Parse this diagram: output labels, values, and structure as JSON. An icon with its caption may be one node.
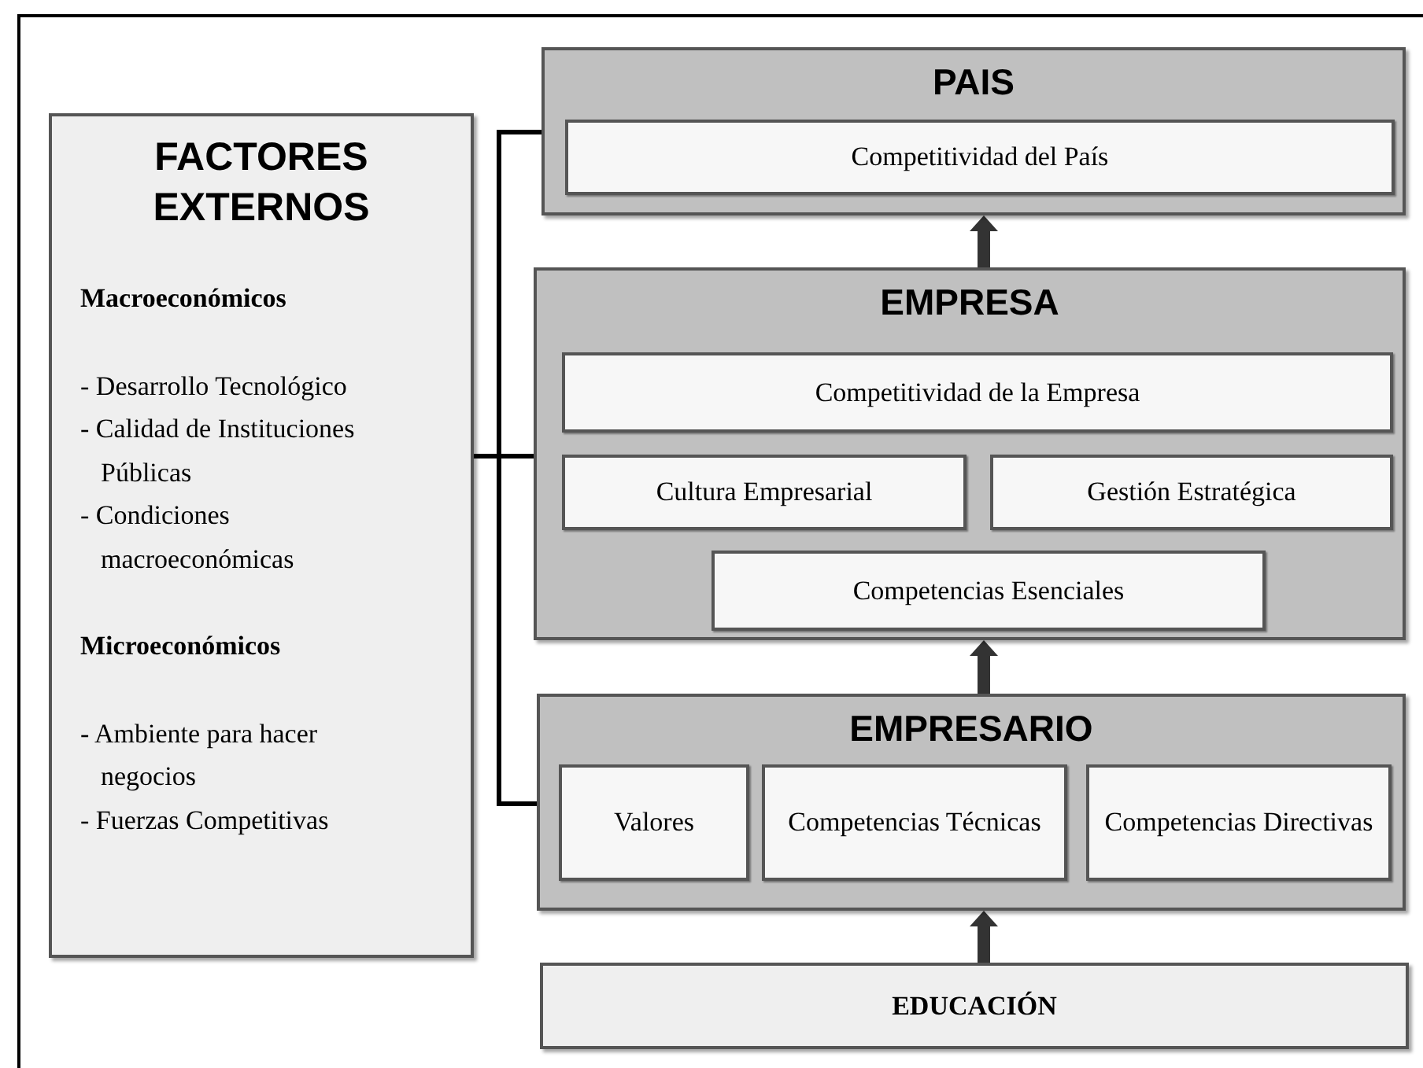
{
  "diagram": {
    "nodes": [
      {
        "text": [
          "FACTORES EXTERNOS",
          "Macroeconómicos",
          "- Desarrollo Tecnológico",
          "- Calidad de Instituciones Públicas",
          "- Condiciones macroeconómicas",
          "Microeconómicos",
          "- Ambiente para hacer negocios",
          "- Fuerzas Competitivas"
        ]
      },
      {
        "text": [
          "PAIS"
        ]
      },
      {
        "text": [
          "Competitividad del País"
        ],
        "in": 1
      },
      {
        "text": [
          "EMPRESA"
        ]
      },
      {
        "text": [
          "Competitividad de la Empresa"
        ],
        "in": 3
      },
      {
        "text": [
          "Cultura Empresarial"
        ],
        "in": 3
      },
      {
        "text": [
          "Gestión Estratégica"
        ],
        "in": 3
      },
      {
        "text": [
          "Competencias Esenciales"
        ],
        "in": 3
      },
      {
        "text": [
          "EMPRESARIO"
        ]
      },
      {
        "text": [
          "Valores"
        ],
        "in": 8
      },
      {
        "text": [
          "Competencias Técnicas"
        ],
        "in": 8
      },
      {
        "text": [
          "Competencias Directivas"
        ],
        "in": 8
      },
      {
        "text": [
          "EDUCACIÓN"
        ]
      }
    ],
    "edges": [
      {
        "from": 12,
        "to": 8,
        "arrow": "to",
        "style": "thick"
      },
      {
        "from": 8,
        "to": 3,
        "arrow": "to",
        "style": "thick"
      },
      {
        "from": 3,
        "to": 1,
        "arrow": "to",
        "style": "thick"
      },
      {
        "from": 0,
        "to": 1,
        "arrow": "none"
      },
      {
        "from": 0,
        "to": 3,
        "arrow": "none"
      },
      {
        "from": 0,
        "to": 8,
        "arrow": "none"
      }
    ]
  }
}
